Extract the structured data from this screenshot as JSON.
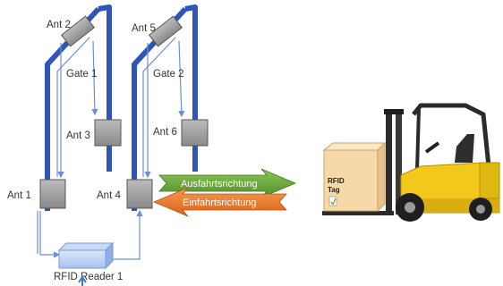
{
  "gates": [
    {
      "label": "Gate 1"
    },
    {
      "label": "Gate 2"
    }
  ],
  "antennas": {
    "ant1": "Ant 1",
    "ant2": "Ant 2",
    "ant3": "Ant 3",
    "ant4": "Ant 4",
    "ant5": "Ant 5",
    "ant6": "Ant 6"
  },
  "reader": {
    "label": "RFID Reader 1"
  },
  "arrows": {
    "exit": "Ausfahrtsrichtung",
    "entry": "Einfahrtsrichtung"
  },
  "forklift": {
    "tag_line1": "RFID",
    "tag_line2": "Tag"
  },
  "colors": {
    "pole": "#2f55b8",
    "pole_edge": "#1d3b8f",
    "antenna": "#9a9a9a",
    "link": "#6b8fd6",
    "exit_arrow": "#6cae3c",
    "entry_arrow": "#ef7a2a",
    "forklift_body": "#f2c81b",
    "crate": "#f6d9a8"
  }
}
